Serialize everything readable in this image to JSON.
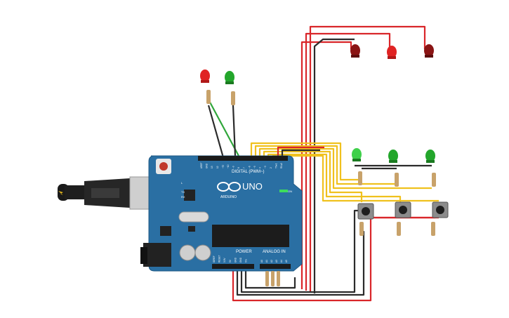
{
  "board": {
    "digital_label": "DIGITAL (PWM~)",
    "model": "UNO",
    "brand": "ARDUINO",
    "power_label": "POWER",
    "analog_label": "ANALOG IN",
    "on_label": "ON",
    "led_l": "L",
    "led_tx": "TX",
    "led_rx": "RX",
    "pins_top": [
      "AREF",
      "GND",
      "13",
      "12",
      "~11",
      "~10",
      "~9",
      "8",
      "7",
      "~6",
      "~5",
      "4",
      "~3",
      "2",
      "TX▸1",
      "RX◂0"
    ],
    "pins_power": [
      "IOREF",
      "RESET",
      "3.3V",
      "5V",
      "GND",
      "GND",
      "Vin"
    ],
    "pins_analog": [
      "A0",
      "A1",
      "A2",
      "A3",
      "A4",
      "A5"
    ]
  },
  "colors": {
    "board": "#2a6fa3",
    "wire_red": "#d9262a",
    "wire_black": "#2b2b2b",
    "wire_green": "#2fa63a",
    "wire_yellow": "#f0c11e",
    "led_red": "#e02323",
    "led_dark_red": "#8a1414",
    "led_green": "#23a62b"
  }
}
